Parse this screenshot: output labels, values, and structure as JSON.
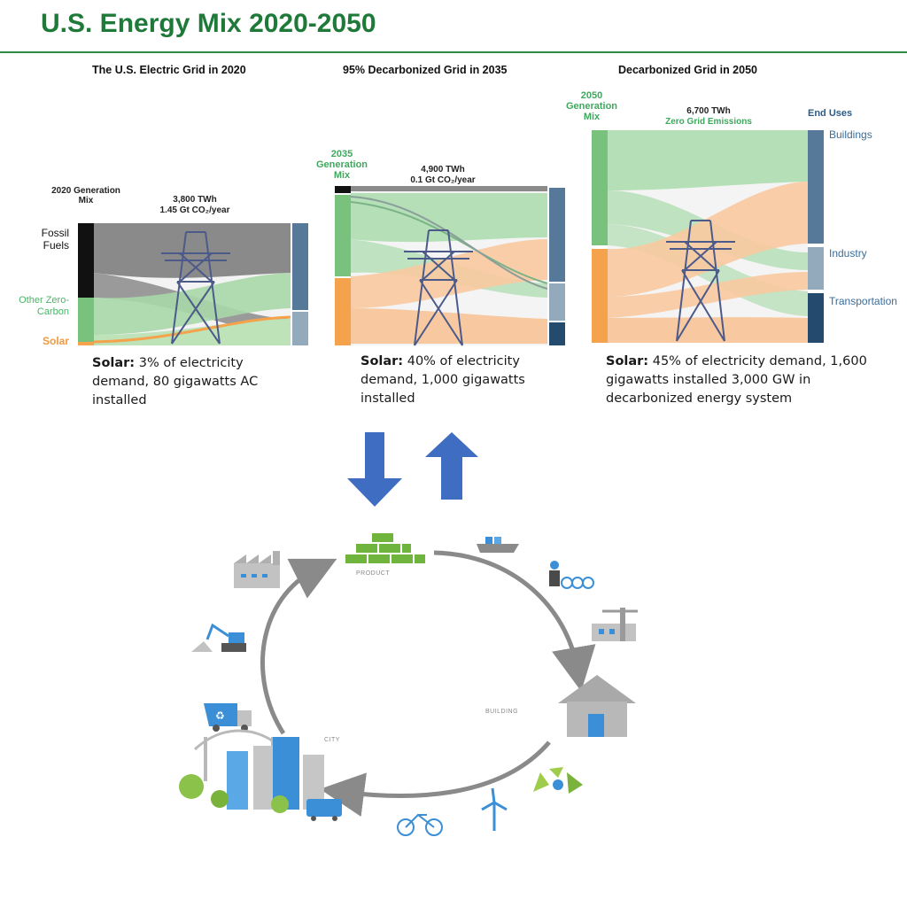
{
  "title": "U.S. Energy Mix 2020-2050",
  "colors": {
    "title_green": "#1f7a3a",
    "fossil": "#111111",
    "zero_carbon": "#78c27e",
    "solar": "#f4a24c",
    "buildings": "#56799a",
    "industry": "#93a9bc",
    "transportation": "#244b6d",
    "arrow_blue": "#3f6dc2"
  },
  "panels": [
    {
      "heading": "The U.S. Electric Grid in 2020",
      "mix_label": "2020 Generation Mix",
      "total": "3,800 TWh",
      "emissions": "1.45 Gt CO₂/year",
      "sources": [
        "Fossil Fuels",
        "Other Zero-Carbon",
        "Solar"
      ],
      "caption_bold": "Solar:",
      "caption_text": " 3% of electricity demand, 80 gigawatts AC installed"
    },
    {
      "heading": "95% Decarbonized Grid in 2035",
      "mix_label": "2035 Generation Mix",
      "total": "4,900 TWh",
      "emissions": "0.1 Gt CO₂/year",
      "caption_bold": "Solar:",
      "caption_text": " 40% of electricity demand, 1,000 gigawatts installed"
    },
    {
      "heading": "Decarbonized Grid in 2050",
      "mix_label": "2050 Generation Mix",
      "total": "6,700 TWh",
      "emissions": "Zero Grid Emissions",
      "end_uses_title": "End Uses",
      "end_uses": [
        "Buildings",
        "Industry",
        "Transportation"
      ],
      "caption_bold": "Solar:",
      "caption_text": " 45% of electricity demand, 1,600 gigawatts installed 3,000 GW in decarbonized energy system"
    }
  ],
  "cycle": {
    "product_label": "PRODUCT",
    "building_label": "BUILDING",
    "city_label": "CITY"
  }
}
